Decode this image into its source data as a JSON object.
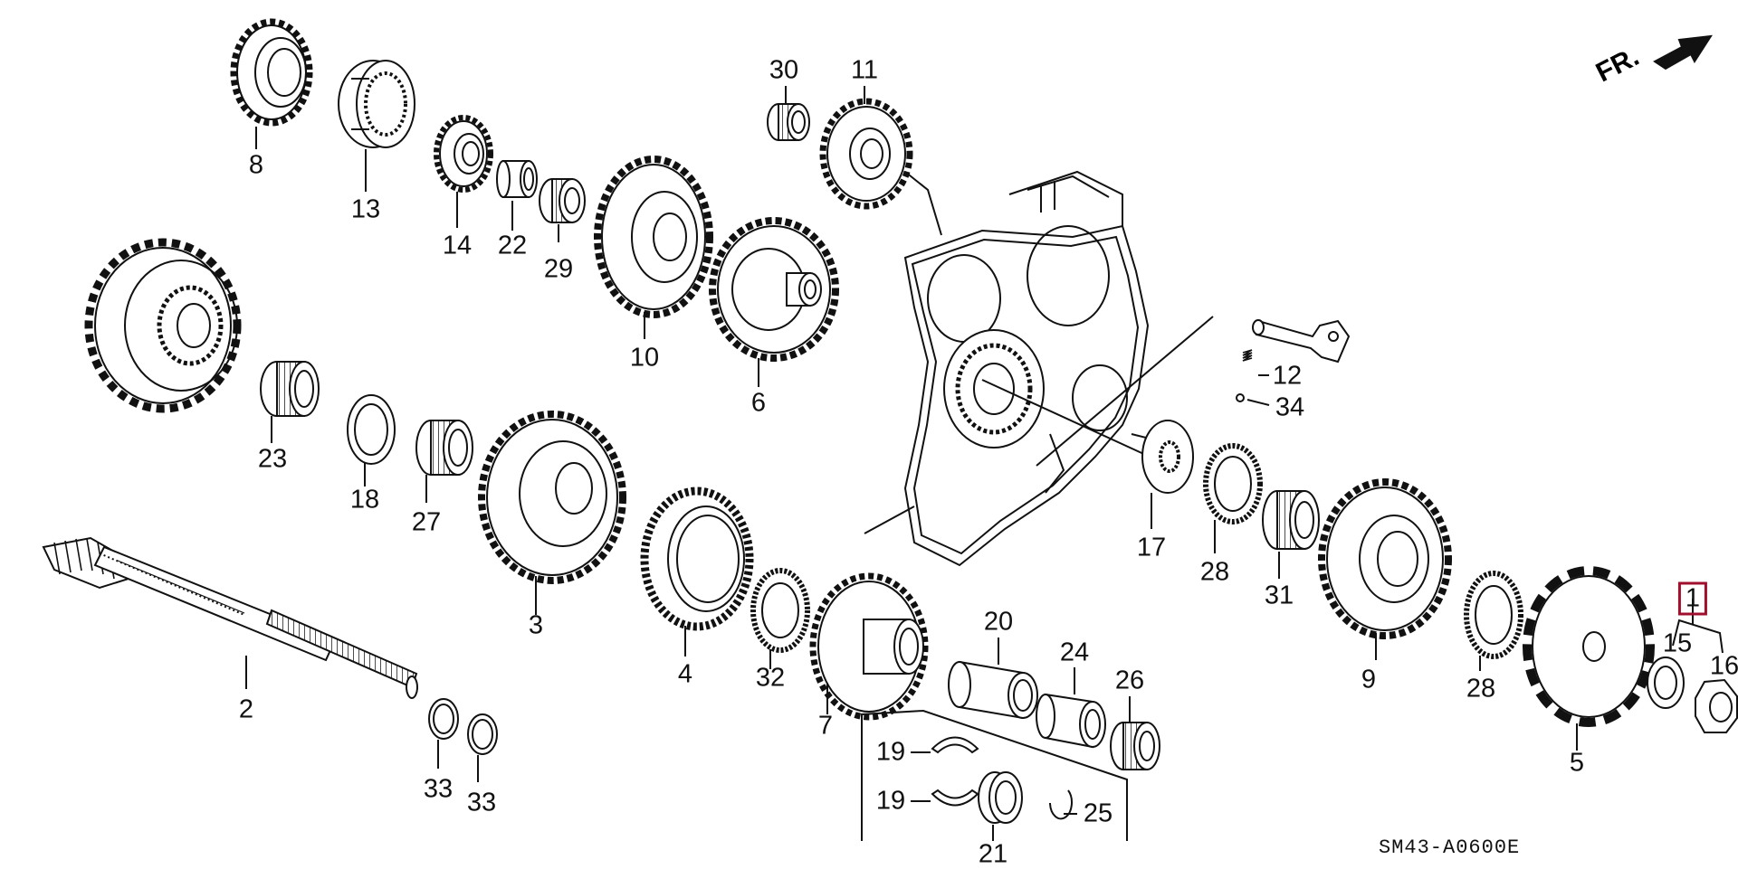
{
  "diagram_code": "SM43-A0600E",
  "direction_label": "FR.",
  "highlighted_callout": "1",
  "callouts": [
    {
      "id": "c30",
      "text": "30"
    },
    {
      "id": "c11",
      "text": "11"
    },
    {
      "id": "c8",
      "text": "8"
    },
    {
      "id": "c13",
      "text": "13"
    },
    {
      "id": "c14",
      "text": "14"
    },
    {
      "id": "c22",
      "text": "22"
    },
    {
      "id": "c29",
      "text": "29"
    },
    {
      "id": "c10",
      "text": "10"
    },
    {
      "id": "c6",
      "text": "6"
    },
    {
      "id": "c12",
      "text": "12"
    },
    {
      "id": "c34",
      "text": "34"
    },
    {
      "id": "c23",
      "text": "23"
    },
    {
      "id": "c18",
      "text": "18"
    },
    {
      "id": "c27",
      "text": "27"
    },
    {
      "id": "c3",
      "text": "3"
    },
    {
      "id": "c17",
      "text": "17"
    },
    {
      "id": "c28a",
      "text": "28"
    },
    {
      "id": "c31",
      "text": "31"
    },
    {
      "id": "c1",
      "text": "1"
    },
    {
      "id": "c15",
      "text": "15"
    },
    {
      "id": "c16",
      "text": "16"
    },
    {
      "id": "c20",
      "text": "20"
    },
    {
      "id": "c24",
      "text": "24"
    },
    {
      "id": "c26",
      "text": "26"
    },
    {
      "id": "c4",
      "text": "4"
    },
    {
      "id": "c32",
      "text": "32"
    },
    {
      "id": "c7",
      "text": "7"
    },
    {
      "id": "c9",
      "text": "9"
    },
    {
      "id": "c28b",
      "text": "28"
    },
    {
      "id": "c5",
      "text": "5"
    },
    {
      "id": "c2",
      "text": "2"
    },
    {
      "id": "c33a",
      "text": "33"
    },
    {
      "id": "c33b",
      "text": "33"
    },
    {
      "id": "c19a",
      "text": "19"
    },
    {
      "id": "c19b",
      "text": "19"
    },
    {
      "id": "c25",
      "text": "25"
    },
    {
      "id": "c21",
      "text": "21"
    }
  ]
}
